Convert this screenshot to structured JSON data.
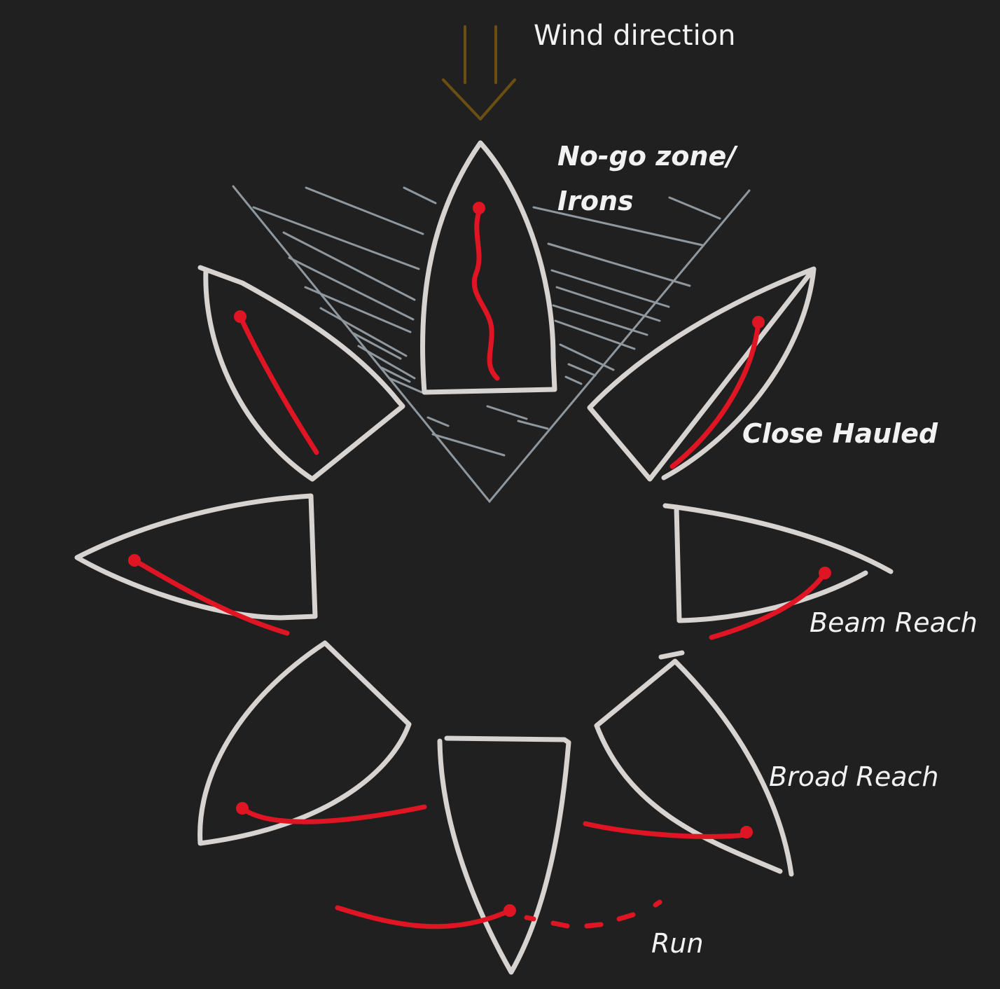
{
  "labels": {
    "wind": "Wind direction",
    "no_go_line1": "No-go zone/",
    "no_go_line2": "Irons",
    "close_hauled": "Close Hauled",
    "beam_reach": "Beam Reach",
    "broad_reach": "Broad Reach",
    "run": "Run"
  },
  "colors": {
    "background": "#212020",
    "hull": "#d6d3d1",
    "sail": "#e01523",
    "no_go_zone": "#8e989e",
    "wind_arrow": "#6b4f12"
  }
}
